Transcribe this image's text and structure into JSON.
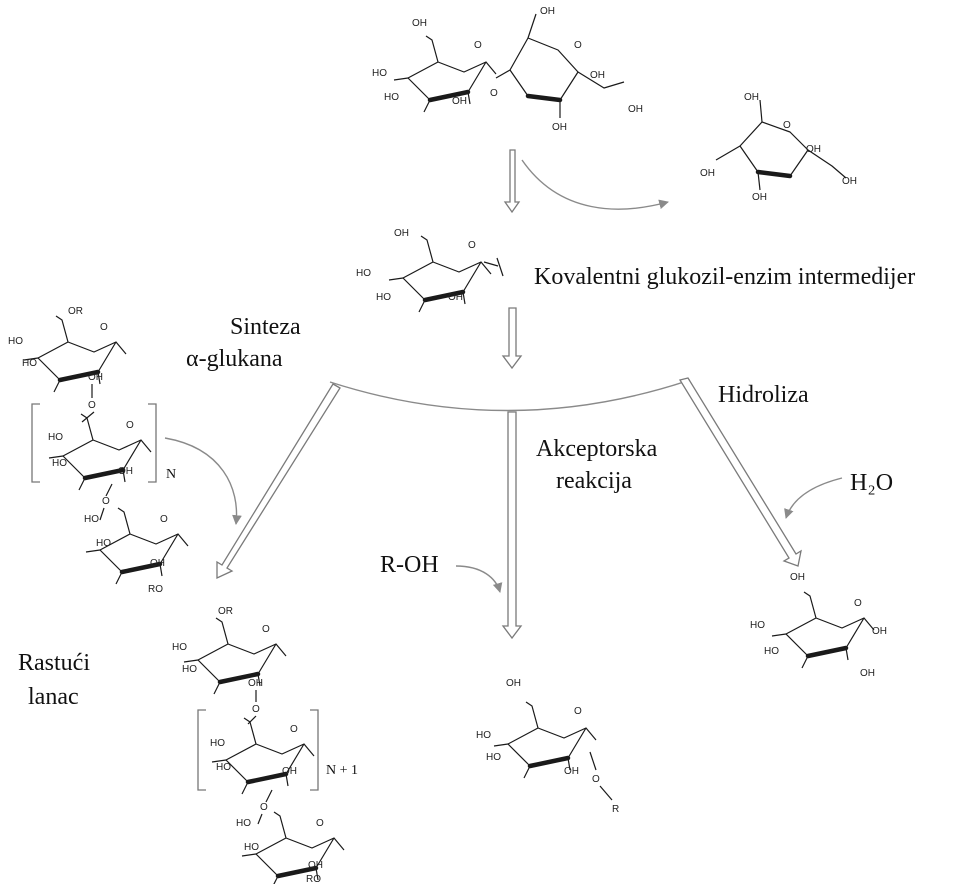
{
  "labels": {
    "intermediate": "Kovalentni glukozil-enzim intermedijer",
    "synthesis_line1": "Sinteza",
    "synthesis_line2": "α-glukana",
    "hydrolysis": "Hidroliza",
    "acceptor_line1": "Akceptorska",
    "acceptor_line2": "reakcija",
    "growing_line1": "Rastući",
    "growing_line2": "lanac",
    "water": "H₂O",
    "roh": "R-OH",
    "repeat_n": "N",
    "repeat_n1": "N + 1"
  },
  "atom_labels": {
    "oh": "OH",
    "ho": "HO",
    "or": "OR",
    "ro": "RO",
    "o": "O",
    "r": "R"
  }
}
